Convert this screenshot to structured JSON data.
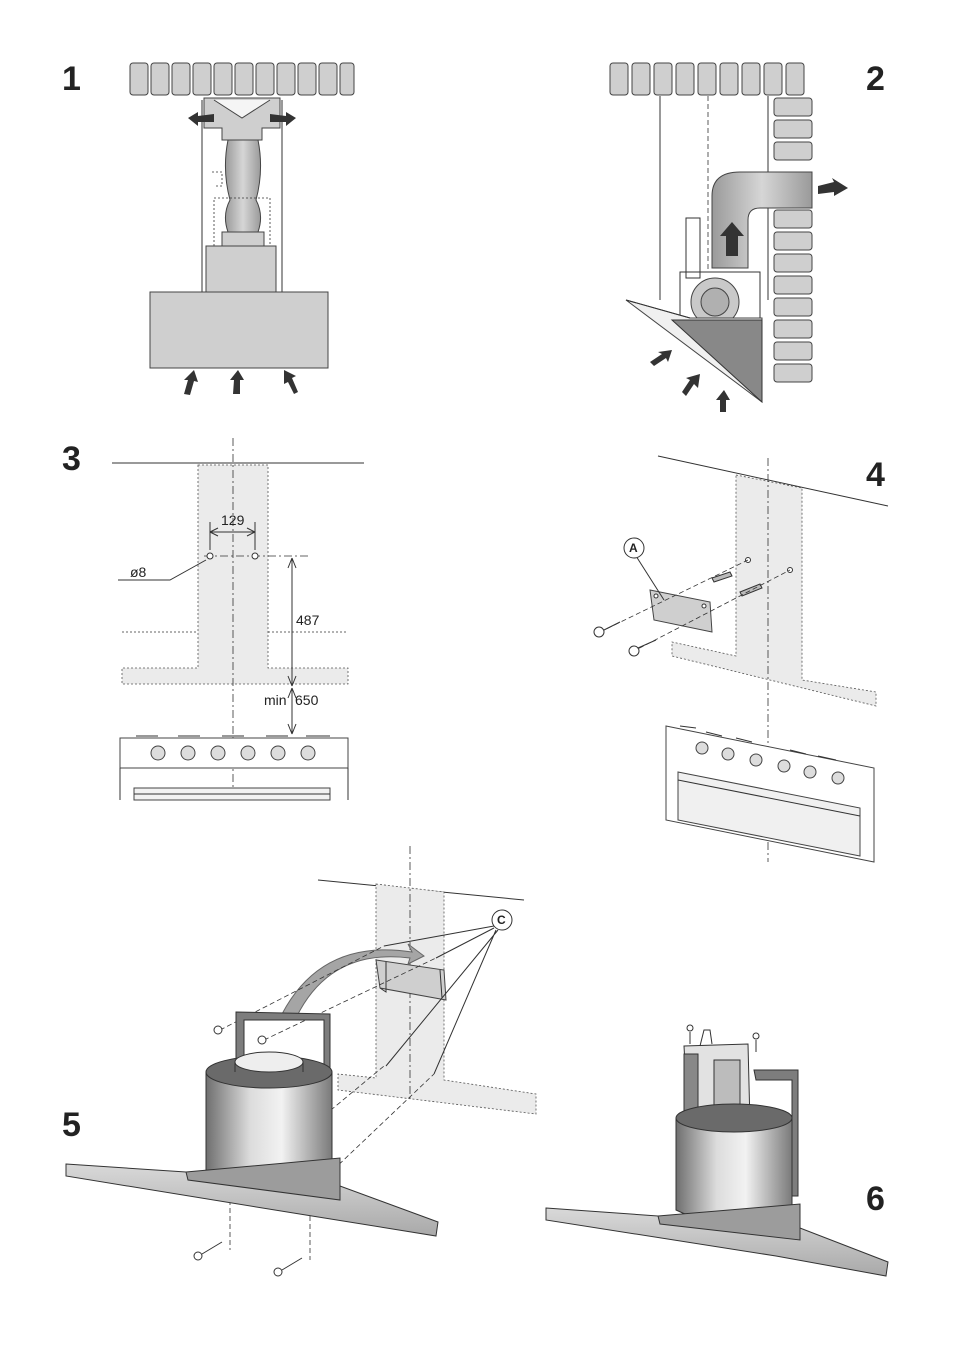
{
  "figures": [
    {
      "number": "1"
    },
    {
      "number": "2"
    },
    {
      "number": "3",
      "dimensions": {
        "hole_spacing": "129",
        "hole_diameter": "ø8",
        "bracket_height": "487",
        "min_prefix": "min",
        "min_height": "650"
      }
    },
    {
      "number": "4",
      "callout": "A"
    },
    {
      "number": "5",
      "callout": "C"
    },
    {
      "number": "6"
    }
  ]
}
